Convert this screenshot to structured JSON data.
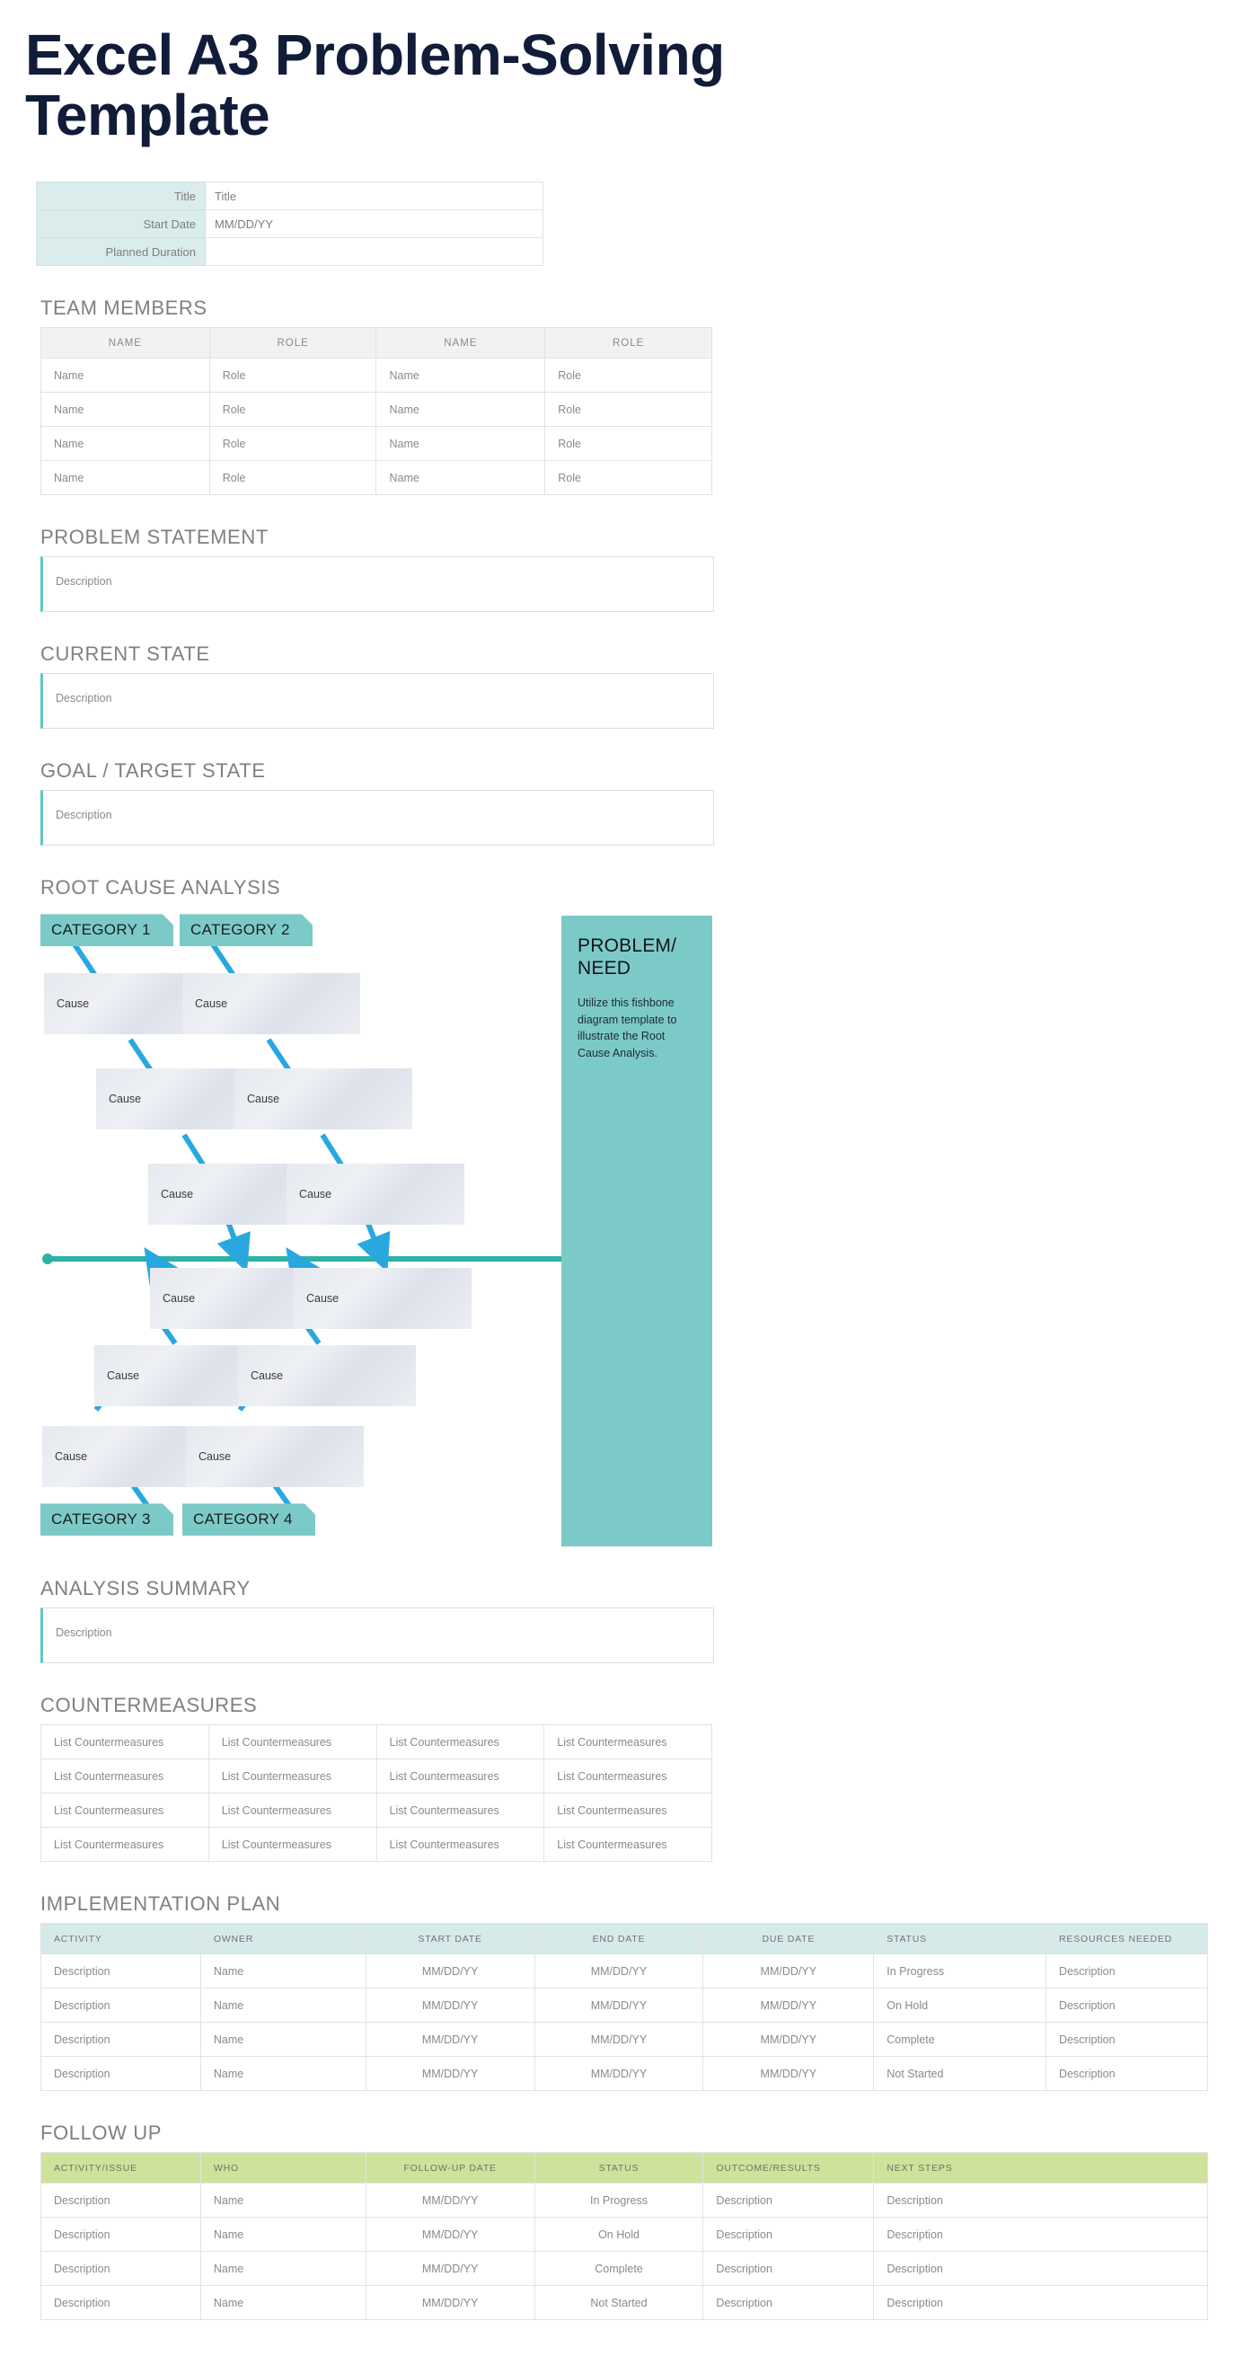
{
  "title": "Excel A3 Problem-Solving Template",
  "info": {
    "rows": [
      {
        "label": "Title",
        "value": "Title"
      },
      {
        "label": "Start Date",
        "value": "MM/DD/YY"
      },
      {
        "label": "Planned Duration",
        "value": ""
      }
    ]
  },
  "team_members": {
    "heading": "TEAM MEMBERS",
    "columns": [
      "NAME",
      "ROLE",
      "NAME",
      "ROLE"
    ],
    "rows": [
      [
        "Name",
        "Role",
        "Name",
        "Role"
      ],
      [
        "Name",
        "Role",
        "Name",
        "Role"
      ],
      [
        "Name",
        "Role",
        "Name",
        "Role"
      ],
      [
        "Name",
        "Role",
        "Name",
        "Role"
      ]
    ]
  },
  "problem_statement": {
    "heading": "PROBLEM STATEMENT",
    "placeholder": "Description"
  },
  "current_state": {
    "heading": "CURRENT STATE",
    "placeholder": "Description"
  },
  "goal_target_state": {
    "heading": "GOAL / TARGET STATE",
    "placeholder": "Description"
  },
  "root_cause_analysis": {
    "heading": "ROOT CAUSE ANALYSIS",
    "categories": [
      "CATEGORY 1",
      "CATEGORY 2",
      "CATEGORY 3",
      "CATEGORY 4"
    ],
    "cause_label": "Cause",
    "causes": [
      "Cause",
      "Cause",
      "Cause",
      "Cause",
      "Cause",
      "Cause",
      "Cause",
      "Cause",
      "Cause",
      "Cause",
      "Cause",
      "Cause"
    ],
    "need_panel": {
      "title": "PROBLEM/ NEED",
      "body": "Utilize this fishbone diagram template to illustrate the Root Cause Analysis."
    },
    "colors": {
      "category_fill": "#7ccac8",
      "spine": "#2bb3a3",
      "arrow": "#29a8e0",
      "cause_fill": "#e6e9ef"
    }
  },
  "analysis_summary": {
    "heading": "ANALYSIS SUMMARY",
    "placeholder": "Description"
  },
  "countermeasures": {
    "heading": "COUNTERMEASURES",
    "rows": [
      [
        "List Countermeasures",
        "List Countermeasures",
        "List Countermeasures",
        "List Countermeasures"
      ],
      [
        "List Countermeasures",
        "List Countermeasures",
        "List Countermeasures",
        "List Countermeasures"
      ],
      [
        "List Countermeasures",
        "List Countermeasures",
        "List Countermeasures",
        "List Countermeasures"
      ],
      [
        "List Countermeasures",
        "List Countermeasures",
        "List Countermeasures",
        "List Countermeasures"
      ]
    ]
  },
  "implementation_plan": {
    "heading": "IMPLEMENTATION PLAN",
    "columns": [
      "ACTIVITY",
      "OWNER",
      "START DATE",
      "END DATE",
      "DUE DATE",
      "STATUS",
      "RESOURCES NEEDED"
    ],
    "header_color": "#d7eaea",
    "rows": [
      {
        "activity": "Description",
        "owner": "Name",
        "start_date": "MM/DD/YY",
        "end_date": "MM/DD/YY",
        "due_date": "MM/DD/YY",
        "status": "In Progress",
        "resources": "Description"
      },
      {
        "activity": "Description",
        "owner": "Name",
        "start_date": "MM/DD/YY",
        "end_date": "MM/DD/YY",
        "due_date": "MM/DD/YY",
        "status": "On Hold",
        "resources": "Description"
      },
      {
        "activity": "Description",
        "owner": "Name",
        "start_date": "MM/DD/YY",
        "end_date": "MM/DD/YY",
        "due_date": "MM/DD/YY",
        "status": "Complete",
        "resources": "Description"
      },
      {
        "activity": "Description",
        "owner": "Name",
        "start_date": "MM/DD/YY",
        "end_date": "MM/DD/YY",
        "due_date": "MM/DD/YY",
        "status": "Not Started",
        "resources": "Description"
      }
    ]
  },
  "follow_up": {
    "heading": "FOLLOW UP",
    "columns": [
      "ACTIVITY/ISSUE",
      "WHO",
      "FOLLOW-UP DATE",
      "STATUS",
      "OUTCOME/RESULTS",
      "NEXT STEPS"
    ],
    "header_color": "#cee29b",
    "rows": [
      {
        "activity": "Description",
        "who": "Name",
        "date": "MM/DD/YY",
        "status": "In Progress",
        "outcome": "Description",
        "next_steps": "Description"
      },
      {
        "activity": "Description",
        "who": "Name",
        "date": "MM/DD/YY",
        "status": "On Hold",
        "outcome": "Description",
        "next_steps": "Description"
      },
      {
        "activity": "Description",
        "who": "Name",
        "date": "MM/DD/YY",
        "status": "Complete",
        "outcome": "Description",
        "next_steps": "Description"
      },
      {
        "activity": "Description",
        "who": "Name",
        "date": "MM/DD/YY",
        "status": "Not Started",
        "outcome": "Description",
        "next_steps": "Description"
      }
    ]
  },
  "status_color": "#26b6bf"
}
